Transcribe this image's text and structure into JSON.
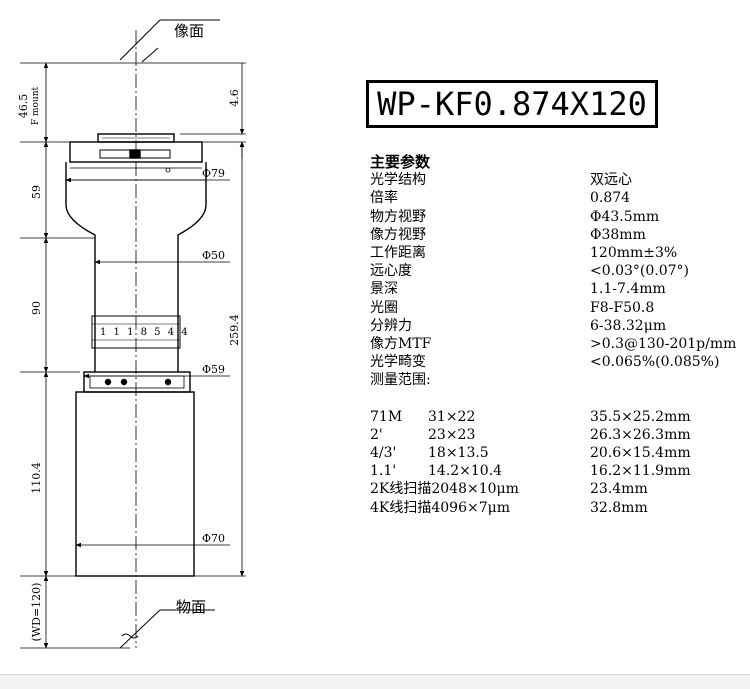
{
  "drawing": {
    "image_plane_label": "像面",
    "object_plane_label": "物面",
    "dims": {
      "f_mount": "46.5\nF mount",
      "d_4_6": "4.6",
      "d_59": "59",
      "d_90": "90",
      "d_110_4": "110.4",
      "d_259_4": "259.4",
      "wd": "(WD=120)",
      "phi79": "Φ79",
      "phi50": "Φ50",
      "phi59": "Φ59",
      "phi70": "Φ70"
    }
  },
  "model": "WP-KF0.874X120",
  "specs_title": "主要参数",
  "specs": [
    {
      "k": "光学结构",
      "v": "双远心"
    },
    {
      "k": "倍率",
      "v": "0.874"
    },
    {
      "k": "物方视野",
      "v": "Φ43.5mm"
    },
    {
      "k": "像方视野",
      "v": "Φ38mm"
    },
    {
      "k": "工作距离",
      "v": "120mm±3%"
    },
    {
      "k": "远心度",
      "v": "<0.03°(0.07°)"
    },
    {
      "k": "景深",
      "v": "1.1-7.4mm"
    },
    {
      "k": "光圈",
      "v": "F8-F50.8"
    },
    {
      "k": "分辨力",
      "v": "6-38.32μm"
    },
    {
      "k": "像方MTF",
      "v": ">0.3@130-201p/mm"
    },
    {
      "k": "光学畸变",
      "v": "<0.065%(0.085%)"
    },
    {
      "k": "测量范围:",
      "v": ""
    }
  ],
  "formats": [
    {
      "a": "71M",
      "b": "31×22",
      "v": "35.5×25.2mm"
    },
    {
      "a": "2'",
      "b": "23×23",
      "v": "26.3×26.3mm"
    },
    {
      "a": "4/3'",
      "b": "18×13.5",
      "v": "20.6×15.4mm"
    },
    {
      "a": "1.1'",
      "b": "14.2×10.4",
      "v": "16.2×11.9mm"
    },
    {
      "a": "2K线扫描2048×10μm",
      "b": "",
      "v": "23.4mm"
    },
    {
      "a": "4K线扫描4096×7μm",
      "b": "",
      "v": "32.8mm"
    }
  ]
}
